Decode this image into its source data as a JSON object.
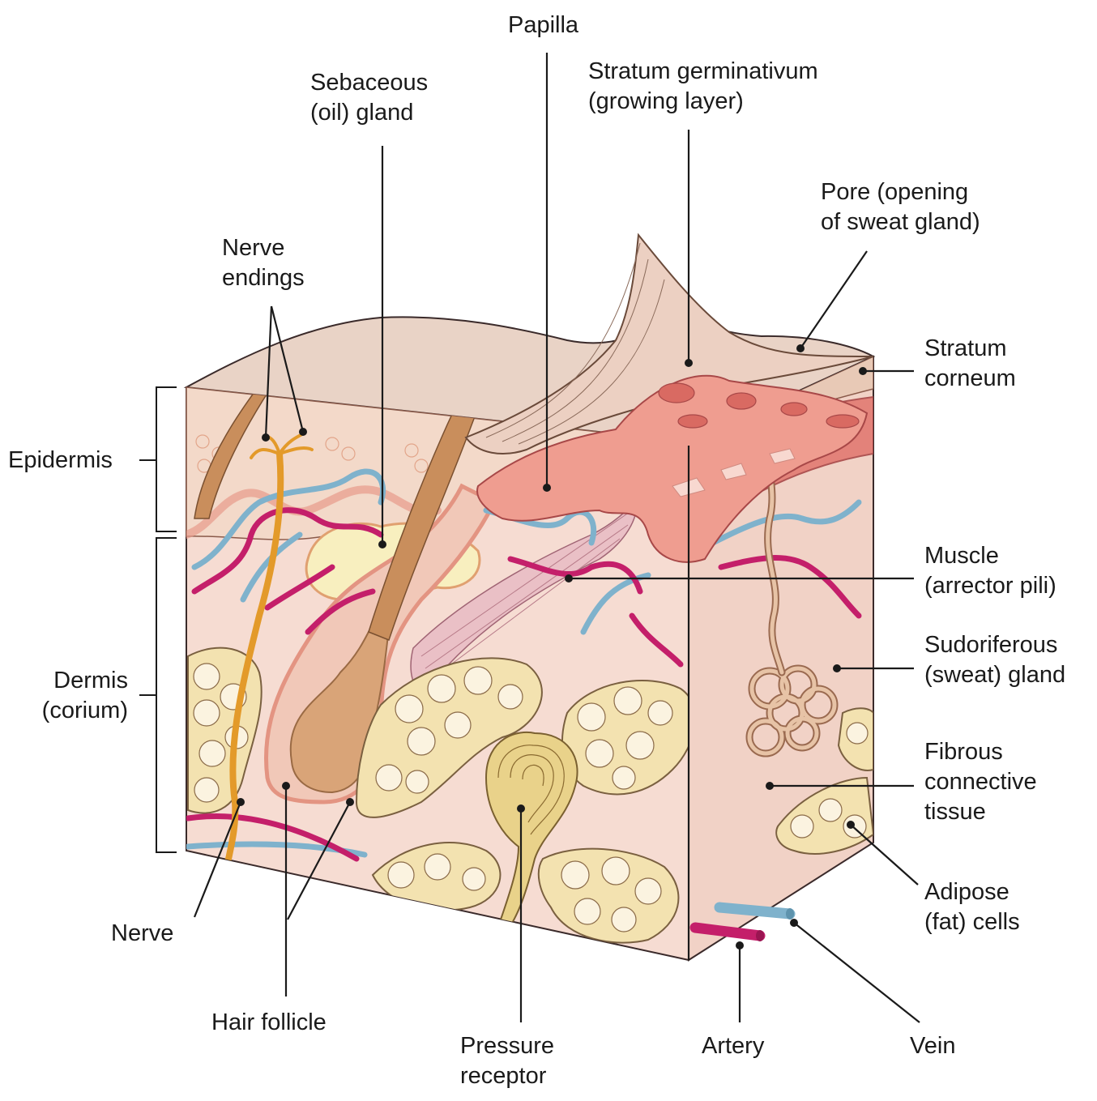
{
  "labels": {
    "papilla": "Papilla",
    "sebaceous_1": "Sebaceous",
    "sebaceous_2": "(oil) gland",
    "germ_1": "Stratum germinativum",
    "germ_2": "(growing layer)",
    "pore_1": "Pore (opening",
    "pore_2": "of sweat gland)",
    "nerve_endings_1": "Nerve",
    "nerve_endings_2": "endings",
    "corneum_1": "Stratum",
    "corneum_2": "corneum",
    "epidermis": "Epidermis",
    "muscle_1": "Muscle",
    "muscle_2": "(arrector pili)",
    "sudoriferous_1": "Sudoriferous",
    "sudoriferous_2": "(sweat) gland",
    "dermis_1": "Dermis",
    "dermis_2": "(corium)",
    "fibrous_1": "Fibrous",
    "fibrous_2": "connective",
    "fibrous_3": "tissue",
    "adipose_1": "Adipose",
    "adipose_2": "(fat) cells",
    "nerve": "Nerve",
    "hair_follicle": "Hair follicle",
    "pressure_1": "Pressure",
    "pressure_2": "receptor",
    "artery": "Artery",
    "vein": "Vein"
  },
  "colors": {
    "surface": "#e9d3c6",
    "dermis": "#f6dcd2",
    "epidermis_cells": "#f3c7b0",
    "germinativum": "#e27a72",
    "artery": "#c41f6a",
    "vein": "#7fb2cc",
    "nerve": "#e39a2a",
    "hair": "#c98e5c",
    "fat_cells": "#f3e2b0",
    "pressure_receptor": "#e9d28a",
    "sebaceous": "#f8efbf"
  }
}
